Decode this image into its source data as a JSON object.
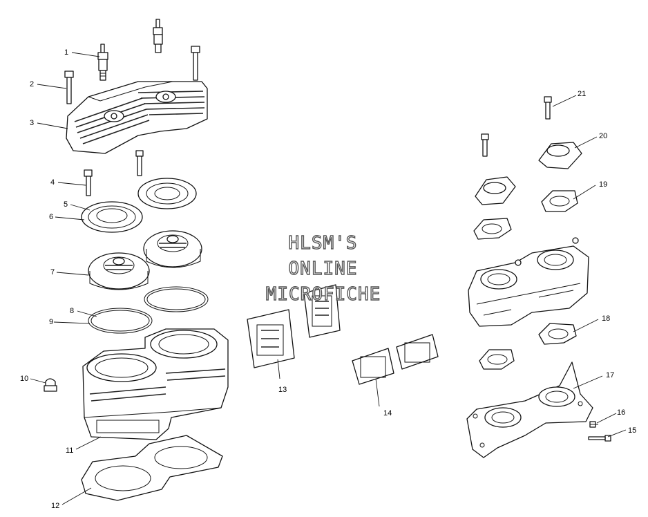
{
  "watermark": {
    "line1": "HLSM'S",
    "line2": "ONLINE",
    "line3": "MICROFICHE",
    "color": "#555555"
  },
  "callouts": [
    "1",
    "2",
    "3",
    "4",
    "5",
    "6",
    "7",
    "8",
    "9",
    "10",
    "11",
    "12",
    "13",
    "14",
    "15",
    "16",
    "17",
    "18",
    "19",
    "20",
    "21"
  ]
}
